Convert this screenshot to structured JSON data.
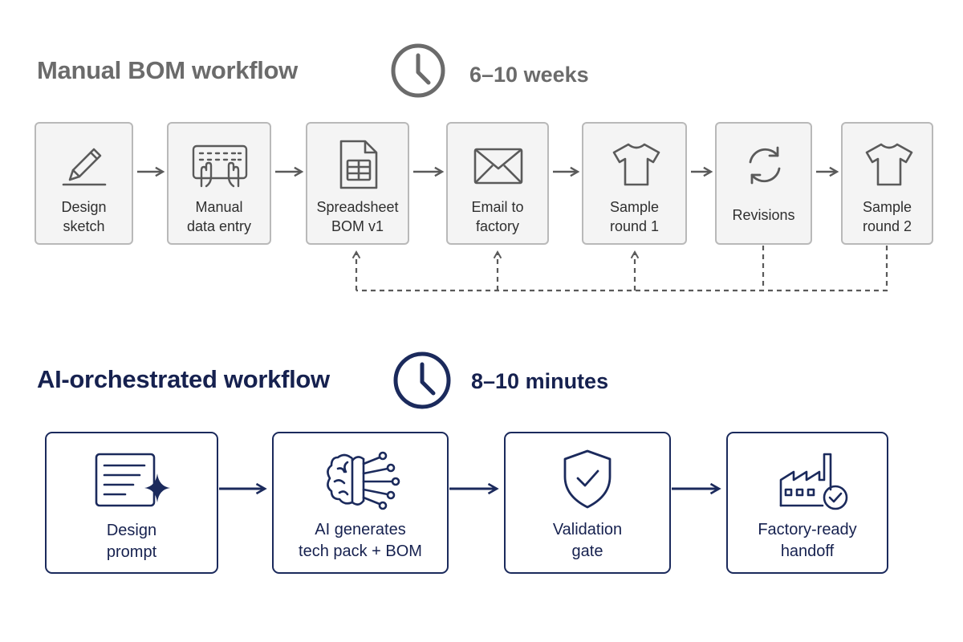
{
  "manual": {
    "title": "Manual BOM workflow",
    "duration": "6–10 weeks",
    "steps": [
      {
        "line1": "Design",
        "line2": "sketch",
        "icon": "pencil-icon"
      },
      {
        "line1": "Manual",
        "line2": "data entry",
        "icon": "keyboard-icon"
      },
      {
        "line1": "Spreadsheet",
        "line2": "BOM v1",
        "icon": "spreadsheet-icon"
      },
      {
        "line1": "Email to",
        "line2": "factory",
        "icon": "envelope-icon"
      },
      {
        "line1": "Sample",
        "line2": "round 1",
        "icon": "tshirt-icon"
      },
      {
        "line1": "Revisions",
        "line2": "",
        "icon": "refresh-icon"
      },
      {
        "line1": "Sample",
        "line2": "round 2",
        "icon": "tshirt-icon"
      }
    ]
  },
  "ai": {
    "title": "AI-orchestrated workflow",
    "duration": "8–10 minutes",
    "steps": [
      {
        "line1": "Design",
        "line2": "prompt",
        "icon": "document-sparkle-icon"
      },
      {
        "line1": "AI generates",
        "line2": "tech pack + BOM",
        "icon": "ai-brain-icon"
      },
      {
        "line1": "Validation",
        "line2": "gate",
        "icon": "shield-check-icon"
      },
      {
        "line1": "Factory-ready",
        "line2": "handoff",
        "icon": "factory-check-icon"
      }
    ]
  },
  "colors": {
    "manual_title": "#6b6b6b",
    "manual_stroke": "#5a5a5a",
    "manual_box_fill": "#f4f4f4",
    "manual_box_border": "#b9b9b9",
    "ai_accent": "#1b2a5c"
  }
}
